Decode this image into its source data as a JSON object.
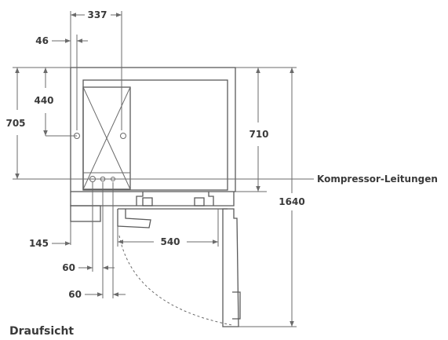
{
  "labels": {
    "dim_337": "337",
    "dim_46": "46",
    "dim_440": "440",
    "dim_705": "705",
    "dim_710": "710",
    "dim_1640": "1640",
    "dim_145": "145",
    "dim_540": "540",
    "dim_60_upper": "60",
    "dim_60_lower": "60",
    "connection_label": "Kompressor-Leitungen",
    "view_title": "Draufsicht"
  }
}
